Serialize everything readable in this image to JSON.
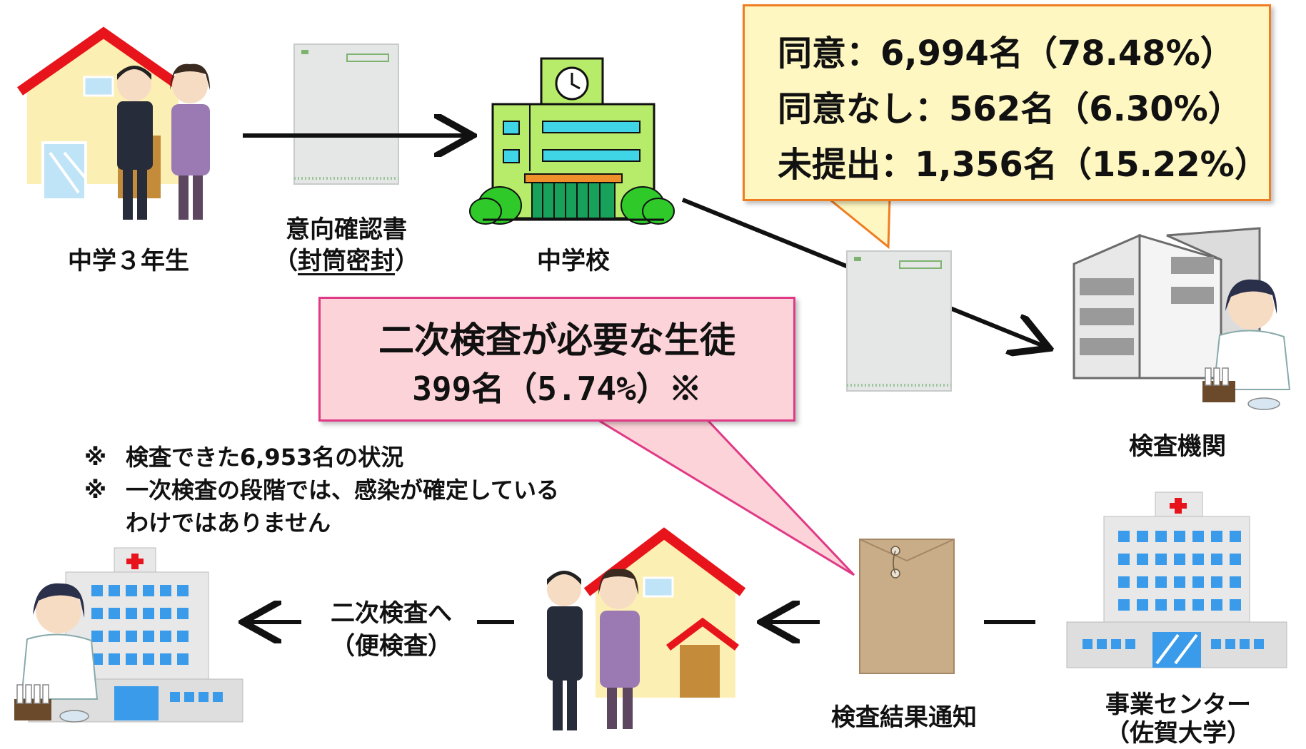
{
  "labels": {
    "student": "中学３年生",
    "consent_form_line1": "意向確認書",
    "consent_form_line2_open": "（",
    "consent_form_line2_mid": "封筒密封",
    "consent_form_line2_close": "）",
    "school": "中学校",
    "lab": "検査機関",
    "result_notice": "検査結果通知",
    "center_line1": "事業センター",
    "center_line2": "（佐賀大学）",
    "second_test_line1": "二次検査へ",
    "second_test_line2": "（便検査）"
  },
  "stats": {
    "consent": "同意：6,994名（78.48%）",
    "no_consent": "同意なし：562名（6.30%）",
    "not_submitted": "未提出：1,356名（15.22%）"
  },
  "highlight": {
    "title": "二次検査が必要な生徒",
    "count": "399名（5.74%）※"
  },
  "notes": {
    "note1_mark": "※",
    "note1": "検査できた6,953名の状況",
    "note2_mark": "※",
    "note2_line1": "一次検査の段階では、感染が確定している",
    "note2_line2": "わけではありません"
  },
  "colors": {
    "roof": "#e8141c",
    "house_wall": "#fcefb4",
    "school_green": "#b7eb6a",
    "bush": "#2fc92a",
    "callout_orange_fill": "#fff7c2",
    "callout_orange_border": "#ef7d22",
    "callout_pink_fill": "#fcd3d8",
    "callout_pink_border": "#e03a86",
    "hospital_blue": "#3a9bea",
    "envelope_brown": "#c9ac88"
  }
}
